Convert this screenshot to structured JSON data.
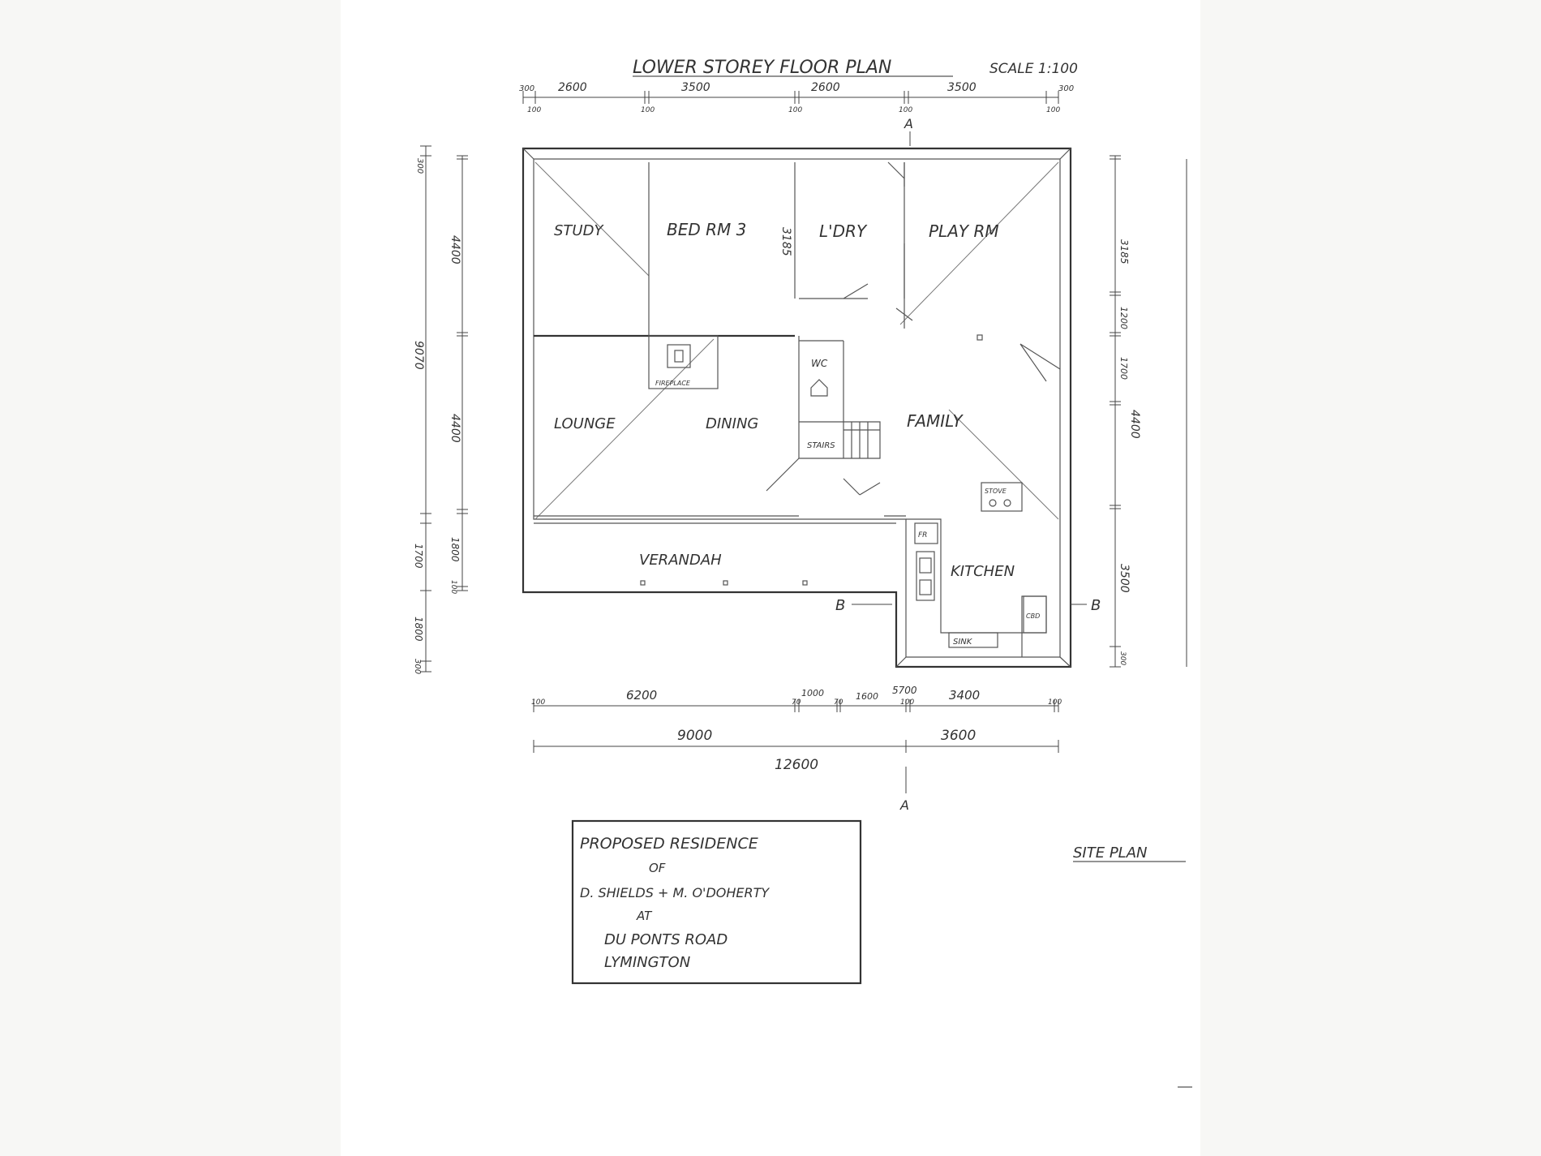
{
  "title": "LOWER STOREY FLOOR PLAN",
  "scale": "SCALE 1:100",
  "site_plan_label": "SITE PLAN",
  "section_markers": {
    "a_top": "A",
    "a_bottom": "A",
    "b_left": "B",
    "b_right": "B"
  },
  "rooms": {
    "study": "STUDY",
    "bedrm3": "BED RM 3",
    "ldry": "L'DRY",
    "playrm": "PLAY RM",
    "lounge": "LOUNGE",
    "dining": "DINING",
    "family": "FAMILY",
    "kitchen": "KITCHEN",
    "verandah": "VERANDAH",
    "wc": "WC",
    "stairs": "STAIRS",
    "fireplace": "FIREPLACE",
    "stove": "STOVE",
    "sink": "SINK",
    "fr": "FR",
    "cbd": "CBD"
  },
  "dimensions": {
    "top": [
      "300",
      "2600",
      "3500",
      "2600",
      "3500",
      "300"
    ],
    "top_small": [
      "100",
      "100",
      "100",
      "100",
      "100"
    ],
    "left_outer": [
      "300",
      "9070",
      "1700",
      "1800",
      "300"
    ],
    "left_inner": [
      "4400",
      "4400",
      "1800",
      "100"
    ],
    "right": [
      "3185",
      "1200",
      "1700",
      "4400",
      "3500",
      "300"
    ],
    "room_note": "3185",
    "bottom_row1": [
      "100",
      "6200",
      "70",
      "1000",
      "70",
      "1600",
      "5700",
      "100",
      "3400",
      "100"
    ],
    "bottom_row2": [
      "9000",
      "3600"
    ],
    "bottom_total": "12600"
  },
  "title_block": {
    "line1": "PROPOSED RESIDENCE",
    "line2": "OF",
    "line3": "D. SHIELDS + M. O'DOHERTY",
    "line4": "AT",
    "line5": "DU PONTS ROAD",
    "line6": "LYMINGTON"
  }
}
